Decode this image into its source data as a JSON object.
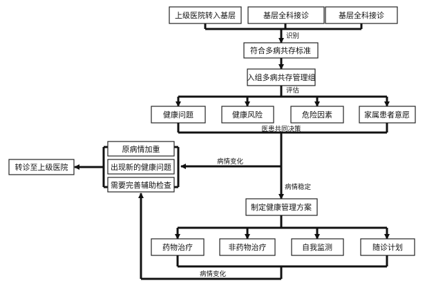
{
  "sources": [
    "上级医院转入基层",
    "基层全科接诊",
    "基层全科接诊"
  ],
  "label_identify": "识别",
  "step_criteria": "符合多病共存标准",
  "step_group": "入组多病共存管理组",
  "label_assess": "评估",
  "assessment_items": [
    "健康问题",
    "健康风险",
    "危险因素",
    "家属患者意愿"
  ],
  "label_shared_decision": "医患共同决策",
  "label_change_1": "病情变化",
  "label_stable": "病情稳定",
  "conditions": [
    "原病情加重",
    "出现新的健康问题",
    "需要完善辅助检查"
  ],
  "referral": "转诊至上级医院",
  "plan": "制定健康管理方案",
  "plan_items": [
    "药物治疗",
    "非药物治疗",
    "自我监测",
    "随诊计划"
  ],
  "label_change_2": "病情变化"
}
